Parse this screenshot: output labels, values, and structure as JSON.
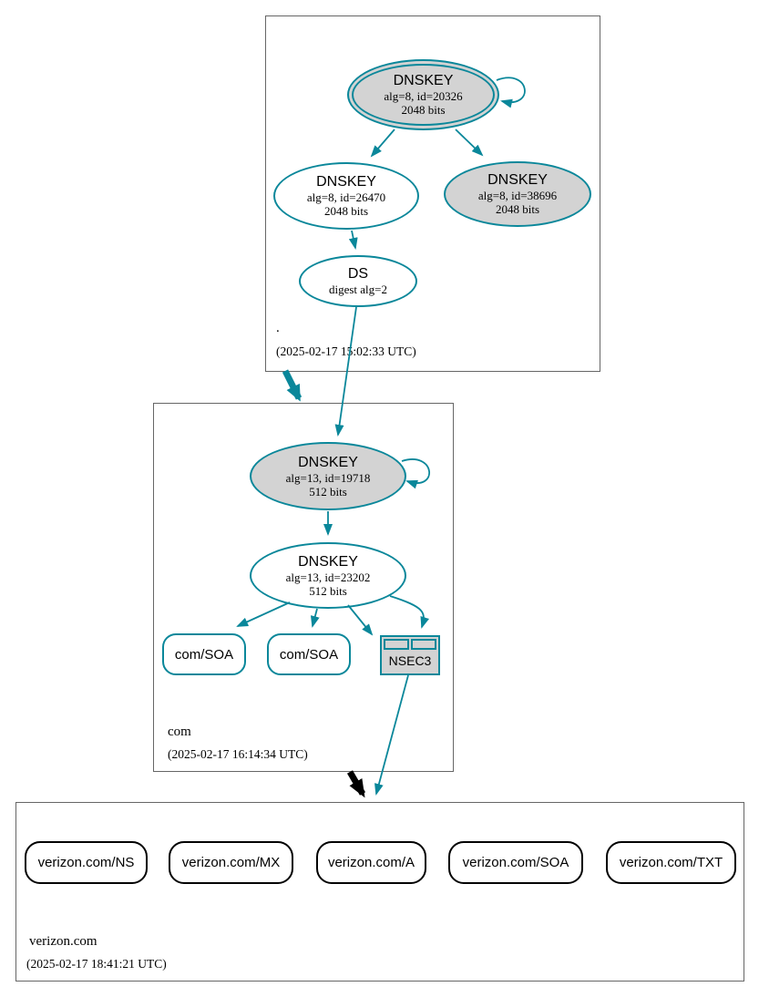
{
  "diagram": {
    "type": "DNSSEC authentication chain (dnsviz-style)",
    "colors": {
      "secure": "#0a879a",
      "node_fill": "#d3d3d3",
      "insecure": "#000000",
      "zone_border": "#666666"
    },
    "root_zone": {
      "label": ".",
      "timestamp": "(2025-02-17 15:02:33 UTC)",
      "ksk": {
        "title": "DNSKEY",
        "detail1": "alg=8, id=20326",
        "detail2": "2048 bits"
      },
      "zsk": {
        "title": "DNSKEY",
        "detail1": "alg=8, id=26470",
        "detail2": "2048 bits"
      },
      "standby": {
        "title": "DNSKEY",
        "detail1": "alg=8, id=38696",
        "detail2": "2048 bits"
      },
      "ds": {
        "title": "DS",
        "detail1": "digest alg=2"
      }
    },
    "com_zone": {
      "label": "com",
      "timestamp": "(2025-02-17 16:14:34 UTC)",
      "ksk": {
        "title": "DNSKEY",
        "detail1": "alg=13, id=19718",
        "detail2": "512 bits"
      },
      "zsk": {
        "title": "DNSKEY",
        "detail1": "alg=13, id=23202",
        "detail2": "512 bits"
      },
      "soa1": "com/SOA",
      "soa2": "com/SOA",
      "nsec3": "NSEC3"
    },
    "verizon_zone": {
      "label": "verizon.com",
      "timestamp": "(2025-02-17 18:41:21 UTC)",
      "rrsets": [
        "verizon.com/NS",
        "verizon.com/MX",
        "verizon.com/A",
        "verizon.com/SOA",
        "verizon.com/TXT"
      ]
    }
  }
}
